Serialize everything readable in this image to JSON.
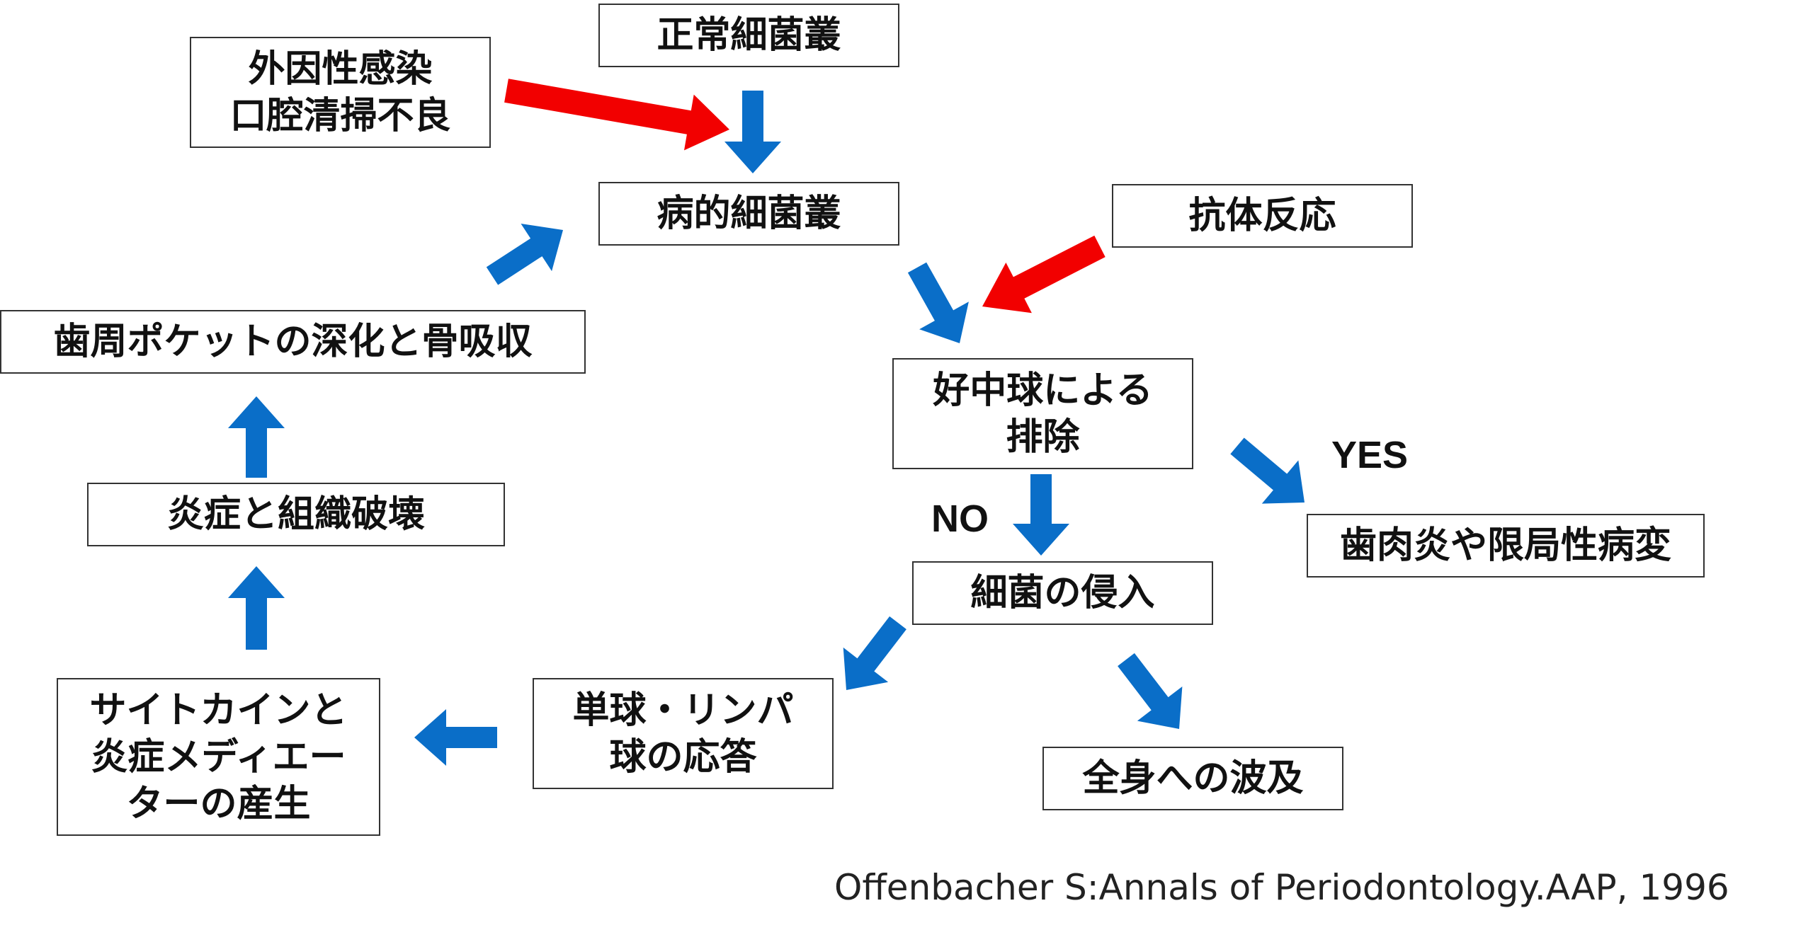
{
  "colors": {
    "blue_arrow": "#0a6ec8",
    "red_arrow": "#f20000",
    "box_border": "#333333",
    "text": "#111111"
  },
  "nodes": {
    "normal_flora": "正常細菌叢",
    "external_infection_line1": "外因性感染",
    "external_infection_line2": "口腔清掃不良",
    "pathogenic_flora": "病的細菌叢",
    "antibody_response": "抗体反応",
    "periodontal_pocket": "歯周ポケットの深化と骨吸収",
    "neutrophil_line1": "好中球による",
    "neutrophil_line2": "排除",
    "gingivitis": "歯肉炎や限局性病変",
    "inflammation_destruction": "炎症と組織破壊",
    "bacterial_invasion": "細菌の侵入",
    "monocyte_line1": "単球・リンパ",
    "monocyte_line2": "球の応答",
    "cytokine_line1": "サイトカインと",
    "cytokine_line2": "炎症メディエー",
    "cytokine_line3": "ターの産生",
    "systemic_spread": "全身への波及"
  },
  "labels": {
    "yes": "YES",
    "no": "NO"
  },
  "citation": "Offenbacher S:Annals of Periodontology.AAP, 1996"
}
